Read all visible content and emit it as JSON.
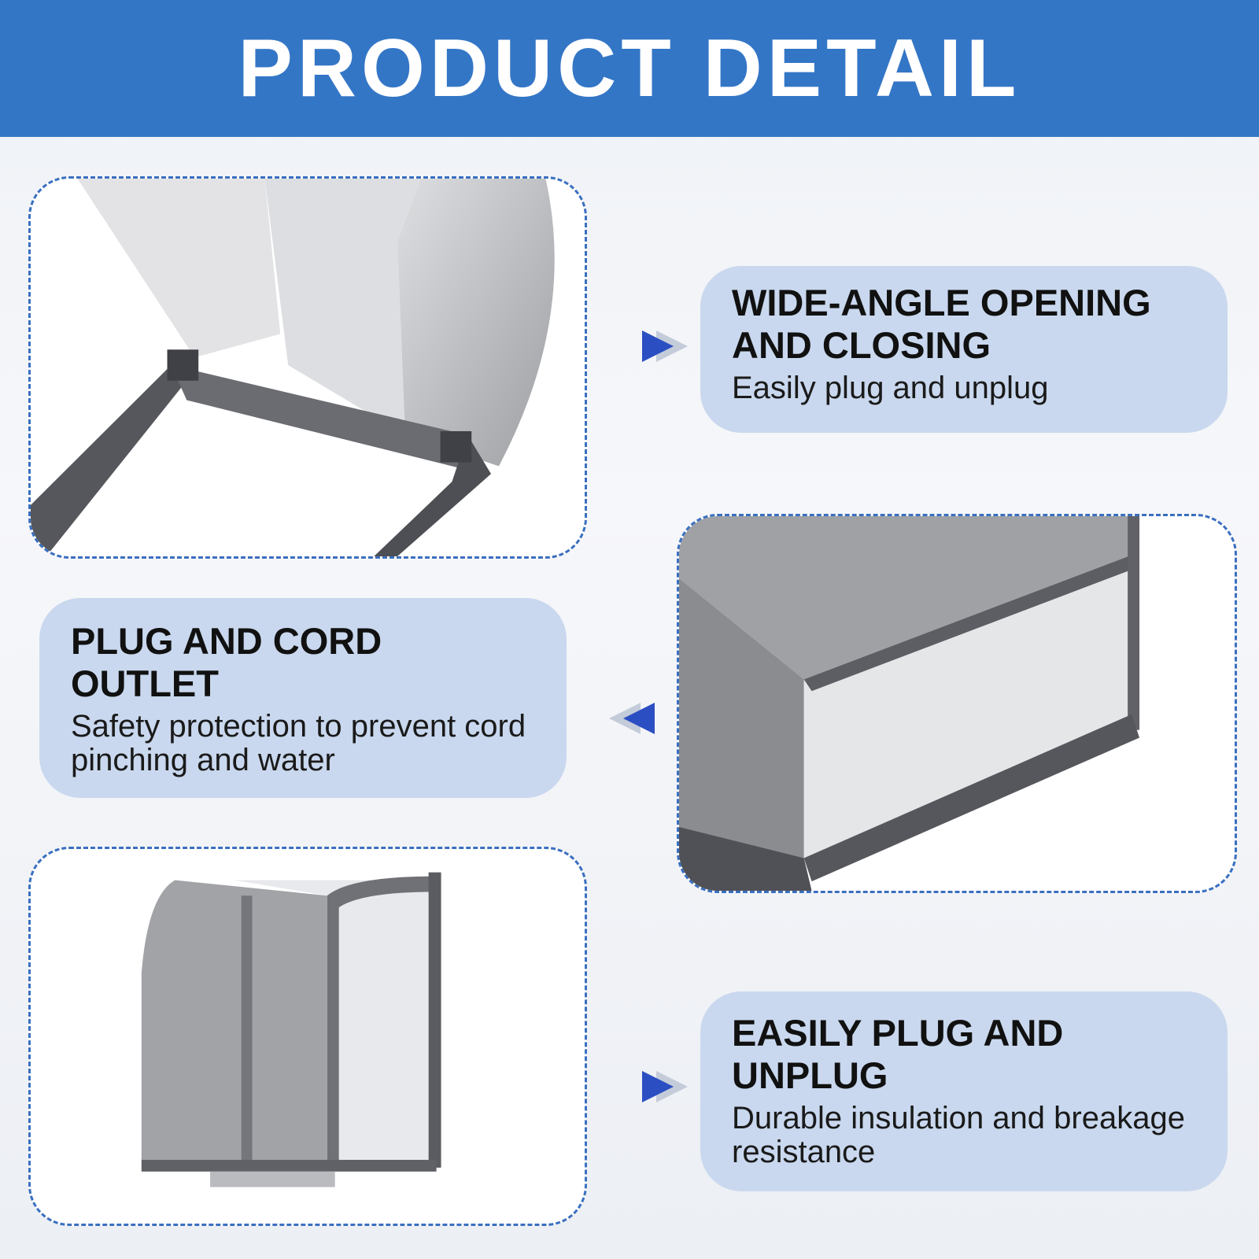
{
  "header": {
    "title": "PRODUCT DETAIL"
  },
  "colors": {
    "header_bg": "#3476c6",
    "card_bg": "#c9d8ee",
    "arrow": "#2b4fc2",
    "frame_border": "#3a6fc0"
  },
  "features": [
    {
      "title": "WIDE-ANGLE OPENING AND CLOSING",
      "description": "Easily plug and unplug",
      "arrow_icon": "arrow-right-icon"
    },
    {
      "title": "PLUG AND CORD OUTLET",
      "description": "Safety protection to prevent cord pinching and water",
      "arrow_icon": "arrow-left-icon"
    },
    {
      "title": "EASILY PLUG AND UNPLUG",
      "description": "Durable insulation and breakage resistance",
      "arrow_icon": "arrow-right-icon"
    }
  ]
}
